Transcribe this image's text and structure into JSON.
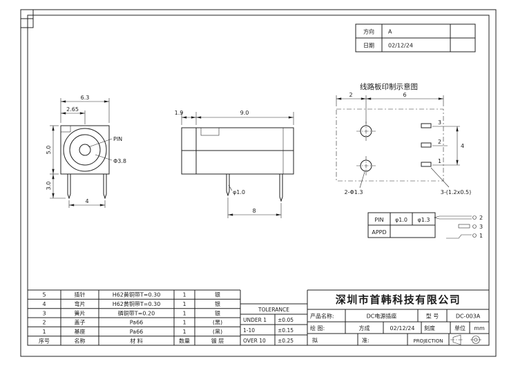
{
  "revision_box": {
    "direction_label": "方向",
    "direction_value": "A",
    "date_label": "日期",
    "date_value": "02/12/24"
  },
  "front_view": {
    "dim_width": "6.3",
    "dim_center_offset": "2.65",
    "dim_height": "5.0",
    "dim_pin_length": "3.0",
    "dim_pin_pitch": "4",
    "pin_label": "PIN",
    "barrel_diameter": "Φ3.8"
  },
  "side_view": {
    "dim_front_step": "1.9",
    "dim_body_length": "9.0",
    "pin_diameter": "φ1.0",
    "dim_pin_pitch": "8"
  },
  "pcb_view": {
    "title": "线路板印制示意图",
    "dim_hole_offset": "2",
    "dim_hole_to_pad": "6",
    "dim_pad_span": "4",
    "pad_numbers": [
      "3",
      "2",
      "1"
    ],
    "holes_note": "2-Φ1.3",
    "slots_note": "3-(1.2x0.5)"
  },
  "pin_table": {
    "r1c1": "PIN",
    "r1c2": "φ1.0",
    "r1c3": "φ1.3",
    "r2c1": "APPD"
  },
  "pin_diagram": {
    "labels": [
      "2",
      "3",
      "1"
    ]
  },
  "bom": {
    "headers": [
      "序号",
      "名称",
      "材 料",
      "数量",
      "镀 层"
    ],
    "rows": [
      [
        "5",
        "插针",
        "H62黄铜带T=0.30",
        "1",
        "银"
      ],
      [
        "4",
        "弯片",
        "H62黄铜带T=0.30",
        "1",
        "银"
      ],
      [
        "3",
        "簧片",
        "磷铜带T=0.20",
        "1",
        "银"
      ],
      [
        "2",
        "盖子",
        "Pa66",
        "1",
        "(黑)"
      ],
      [
        "1",
        "基座",
        "Pa66",
        "1",
        "(黑)"
      ]
    ]
  },
  "tolerance": {
    "title": "TOLERANCE",
    "rows": [
      [
        "UNDER 1",
        "±0.05"
      ],
      [
        "1-10",
        "±0.15"
      ],
      [
        "OVER 10",
        "±0.25"
      ]
    ]
  },
  "title_block": {
    "company": "深圳市首韩科技有限公司",
    "product_label": "产品名称:",
    "product_value": "DC电源插座",
    "model_label": "型 号",
    "model_value": "DC-003A",
    "drawn_label": "绘 图:",
    "drawn_by": "方成",
    "drawn_date": "02/12/24",
    "scale_label": "刻度",
    "unit_label": "单位",
    "unit_value": "mm",
    "draft_label": "拟",
    "approve_label": "准:",
    "projection_label": "PROJECTION"
  },
  "colors": {
    "line": "#1f1f1f",
    "background": "#ffffff"
  }
}
